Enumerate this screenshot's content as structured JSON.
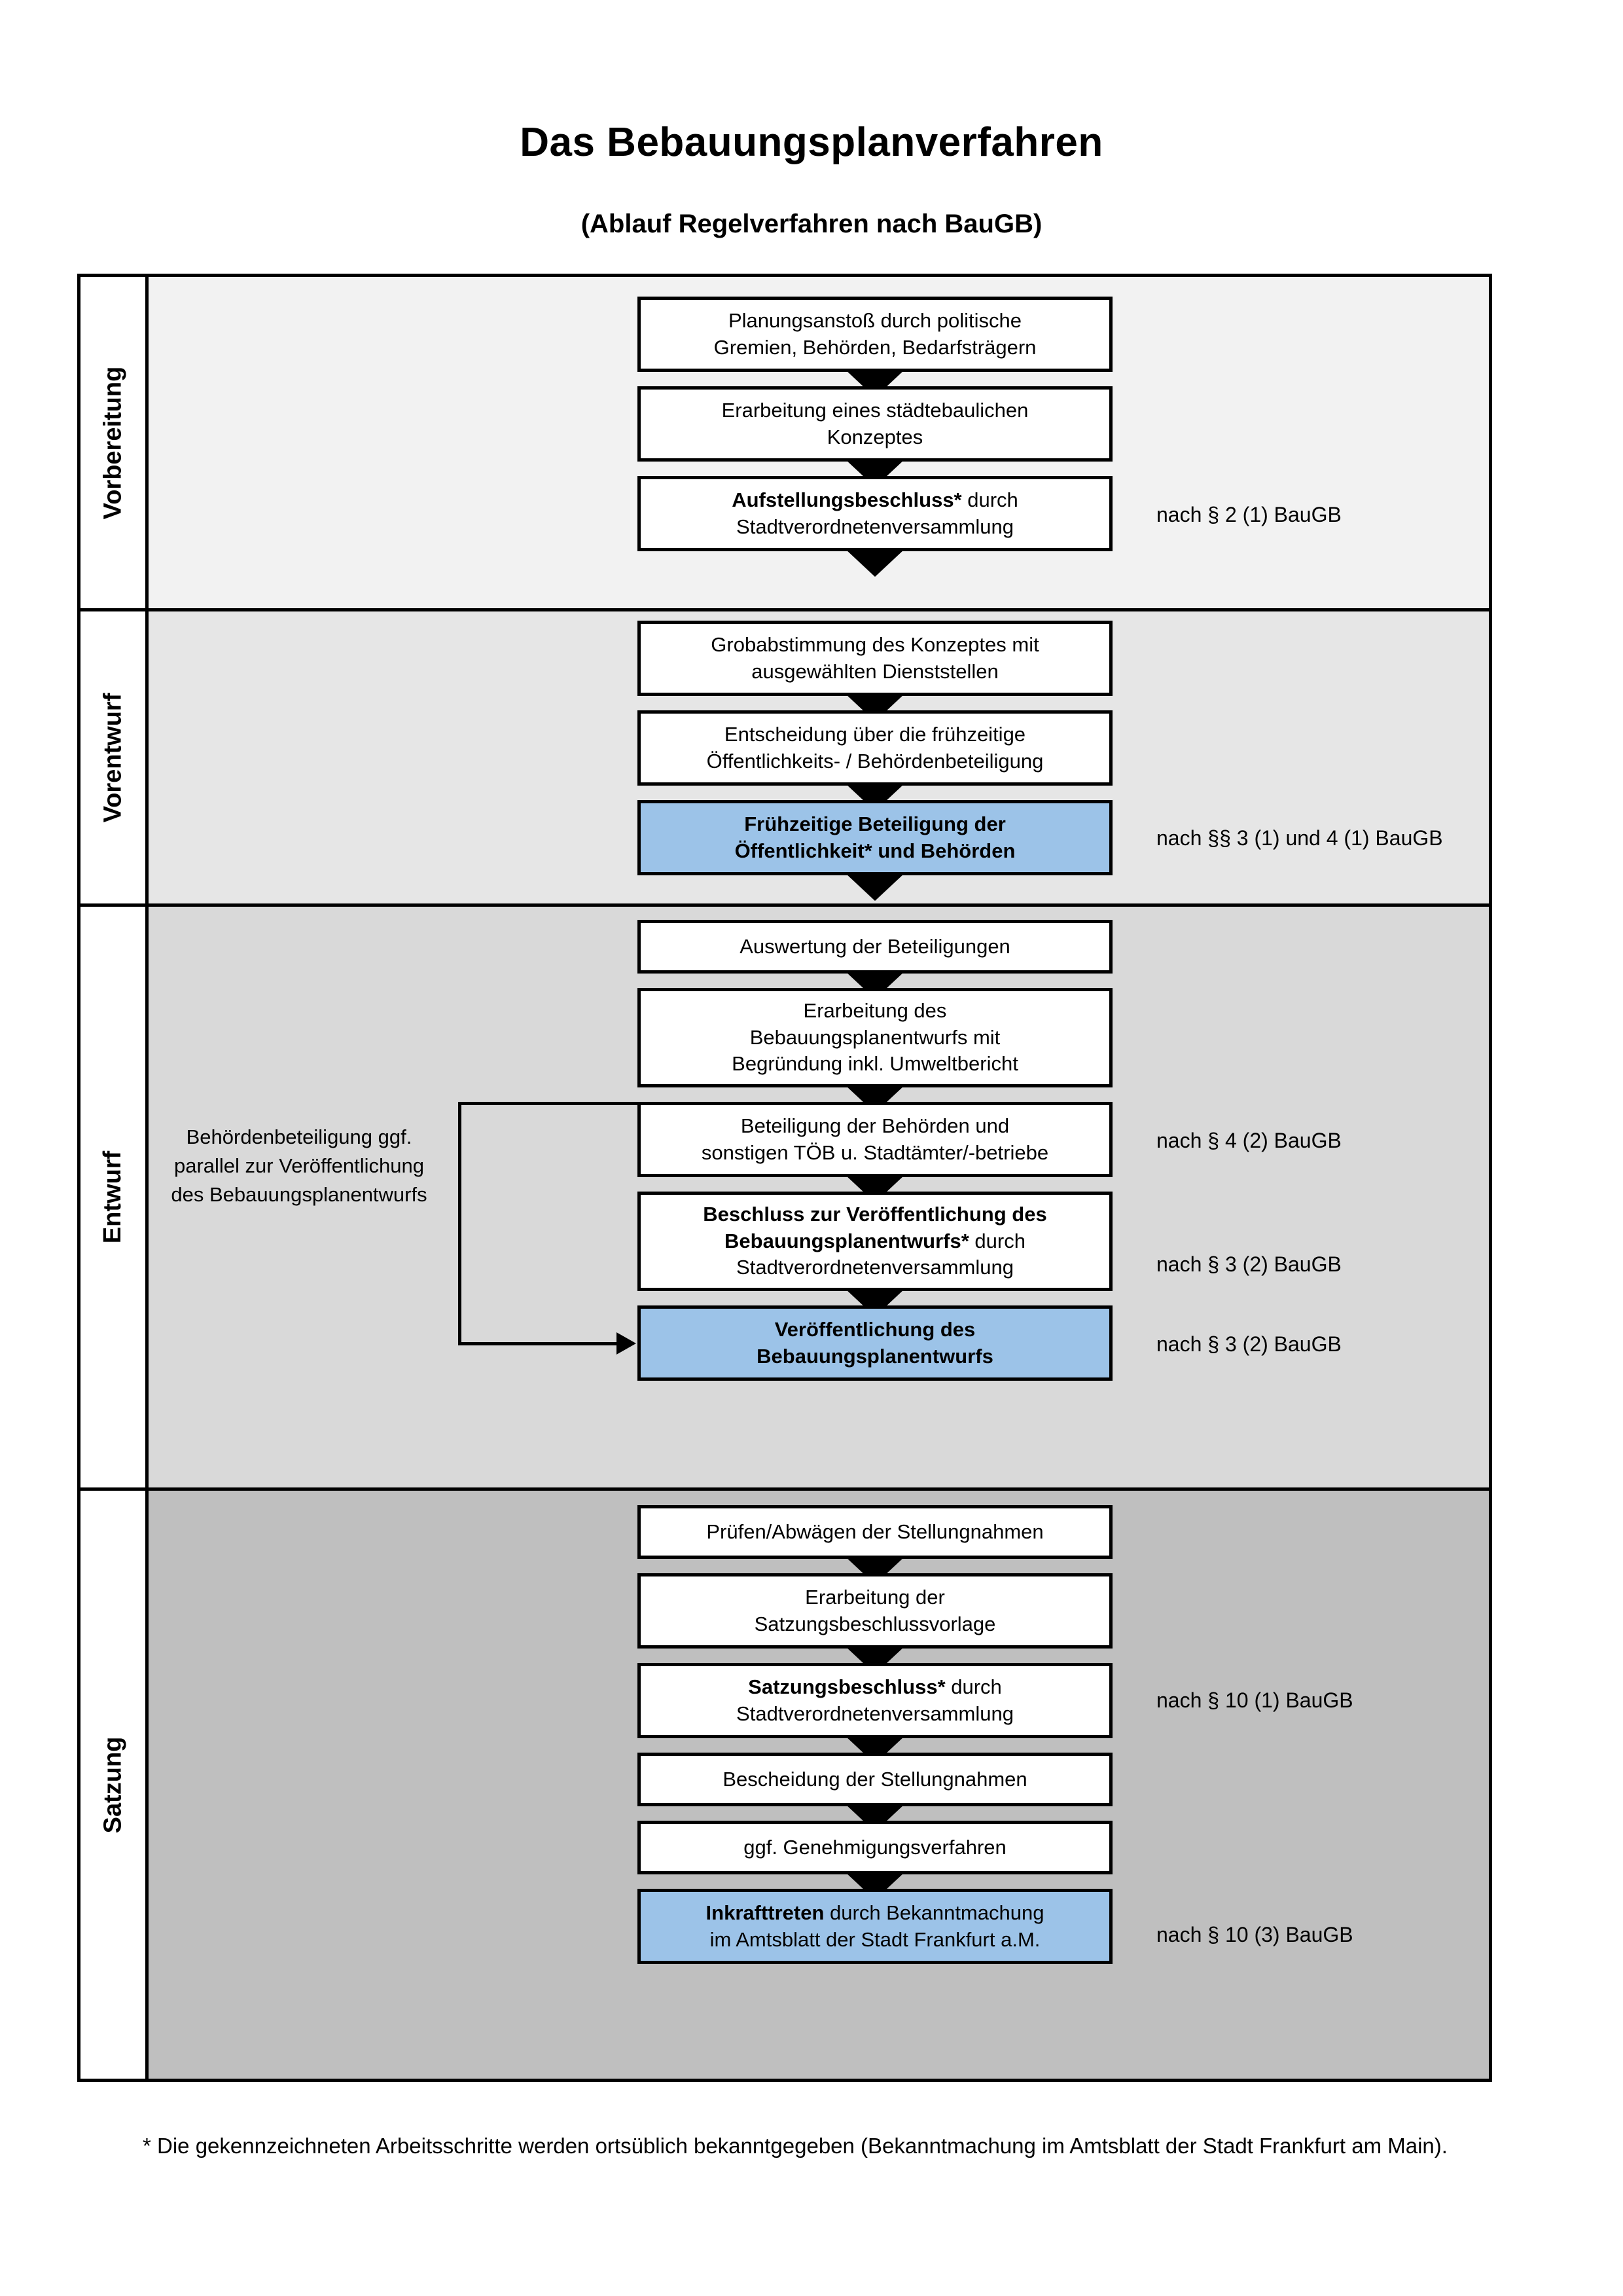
{
  "header": {
    "title": "Das Bebauungsplanverfahren",
    "subtitle": "(Ablauf Regelverfahren nach BauGB)"
  },
  "phases": [
    {
      "id": "vorbereitung",
      "label": "Vorbereitung",
      "bg": "#f2f2f2"
    },
    {
      "id": "vorentwurf",
      "label": "Vorentwurf",
      "bg": "#e6e6e6"
    },
    {
      "id": "entwurf",
      "label": "Entwurf",
      "bg": "#d9d9d9"
    },
    {
      "id": "satzung",
      "label": "Satzung",
      "bg": "#bfbfbf"
    }
  ],
  "steps": {
    "s1": {
      "line1": "Planungsanstoß durch politische",
      "line2": "Gremien, Behörden, Bedarfsträgern"
    },
    "s2": {
      "line1": "Erarbeitung eines städtebaulichen",
      "line2": "Konzeptes"
    },
    "s3": {
      "bold": "Aufstellungsbeschluss*",
      "rest": " durch",
      "line2": "Stadtverordnetenversammlung"
    },
    "s4": {
      "line1": "Grobabstimmung des Konzeptes mit",
      "line2": "ausgewählten Dienststellen"
    },
    "s5": {
      "line1": "Entscheidung über die frühzeitige",
      "line2": "Öffentlichkeits- / Behördenbeteiligung"
    },
    "s6": {
      "line1": "Frühzeitige Beteiligung der",
      "line2": "Öffentlichkeit* und Behörden"
    },
    "s7": {
      "line1": "Auswertung der Beteiligungen"
    },
    "s8": {
      "line1": "Erarbeitung des",
      "line2": "Bebauungsplanentwurfs mit",
      "line3": "Begründung inkl. Umweltbericht"
    },
    "s9": {
      "line1": "Beteiligung der Behörden und",
      "line2": "sonstigen TÖB u. Stadtämter/-betriebe"
    },
    "s10": {
      "bold1": "Beschluss zur Veröffentlichung des",
      "bold2": "Bebauungsplanentwurfs*",
      "rest": " durch",
      "line3": "Stadtverordnetenversammlung"
    },
    "s11": {
      "line1": "Veröffentlichung des",
      "line2": "Bebauungsplanentwurfs"
    },
    "s12": {
      "line1": "Prüfen/Abwägen der Stellungnahmen"
    },
    "s13": {
      "line1": "Erarbeitung der",
      "line2": "Satzungsbeschlussvorlage"
    },
    "s14": {
      "bold": "Satzungsbeschluss*",
      "rest": " durch",
      "line2": "Stadtverordnetenversammlung"
    },
    "s15": {
      "line1": "Bescheidung der Stellungnahmen"
    },
    "s16": {
      "line1": "ggf. Genehmigungsverfahren"
    },
    "s17": {
      "bold": "Inkrafttreten",
      "rest": " durch Bekanntmachung",
      "line2": "im Amtsblatt der Stadt Frankfurt a.M."
    }
  },
  "notes": {
    "n1": "nach § 2 (1) BauGB",
    "n2": "nach §§ 3 (1) und 4 (1) BauGB",
    "n3": "nach § 4 (2) BauGB",
    "n4": "nach § 3 (2) BauGB",
    "n5": "nach § 3 (2) BauGB",
    "n6": "nach § 10 (1) BauGB",
    "n7": "nach § 10 (3) BauGB"
  },
  "sidenote": {
    "l1": "Behördenbeteiligung",
    "l2": "ggf. parallel zur",
    "l3": "Veröffentlichung des",
    "l4": "Bebauungsplanentwurfs"
  },
  "footnote": {
    "text": "* Die gekennzeichneten Arbeitsschritte werden ortsüblich bekanntgegeben (Bekanntmachung im Amtsblatt  der Stadt Frankfurt am Main)."
  },
  "colors": {
    "highlight": "#9cc3e8",
    "outline": "#000000",
    "phase1": "#f2f2f2",
    "phase2": "#e6e6e6",
    "phase3": "#d9d9d9",
    "phase4": "#bfbfbf"
  }
}
